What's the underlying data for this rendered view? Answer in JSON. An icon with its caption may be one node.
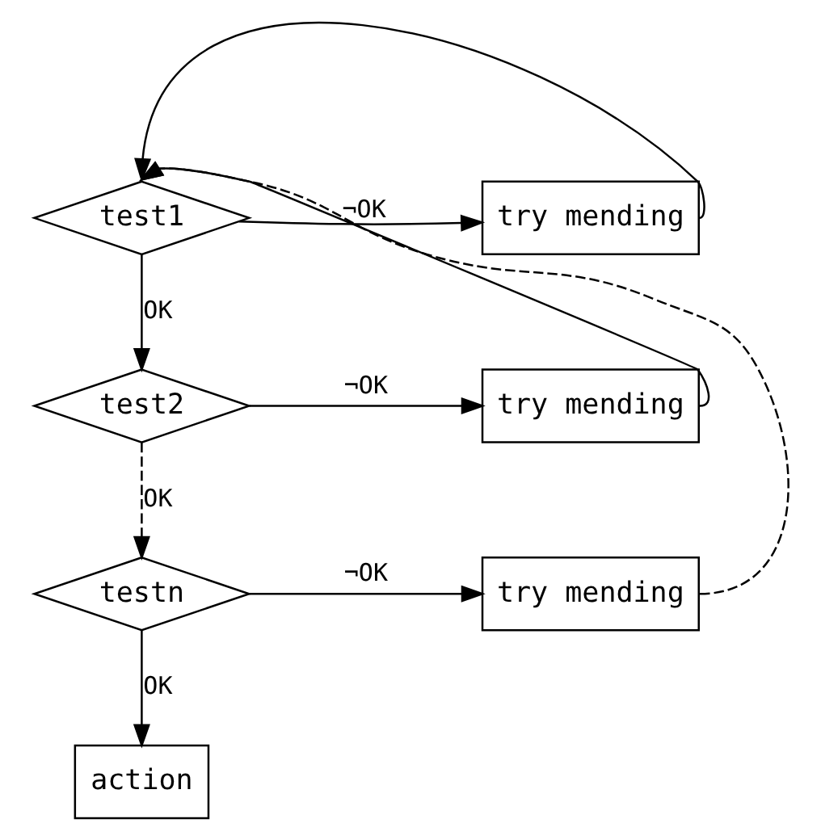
{
  "diagram": {
    "nodes": [
      {
        "text": [
          "test1"
        ]
      },
      {
        "text": [
          "try mending"
        ]
      },
      {
        "text": [
          "test2"
        ]
      },
      {
        "text": [
          "try mending"
        ]
      },
      {
        "text": [
          "testn"
        ]
      },
      {
        "text": [
          "try mending"
        ]
      },
      {
        "text": [
          "action"
        ]
      }
    ],
    "edges": [
      {
        "from": 0,
        "to": 1,
        "arrow": "to",
        "label": "¬OK"
      },
      {
        "from": 1,
        "to": 0,
        "arrow": "to"
      },
      {
        "from": 0,
        "to": 2,
        "arrow": "to",
        "label": "OK"
      },
      {
        "from": 2,
        "to": 3,
        "arrow": "to",
        "label": "¬OK"
      },
      {
        "from": 3,
        "to": 0,
        "arrow": "to"
      },
      {
        "from": 2,
        "to": 4,
        "arrow": "to",
        "label": "OK",
        "style": "dashed"
      },
      {
        "from": 4,
        "to": 5,
        "arrow": "to",
        "label": "¬OK"
      },
      {
        "from": 5,
        "to": 0,
        "arrow": "to",
        "style": "dashed"
      },
      {
        "from": 4,
        "to": 6,
        "arrow": "to",
        "label": "OK"
      }
    ]
  }
}
